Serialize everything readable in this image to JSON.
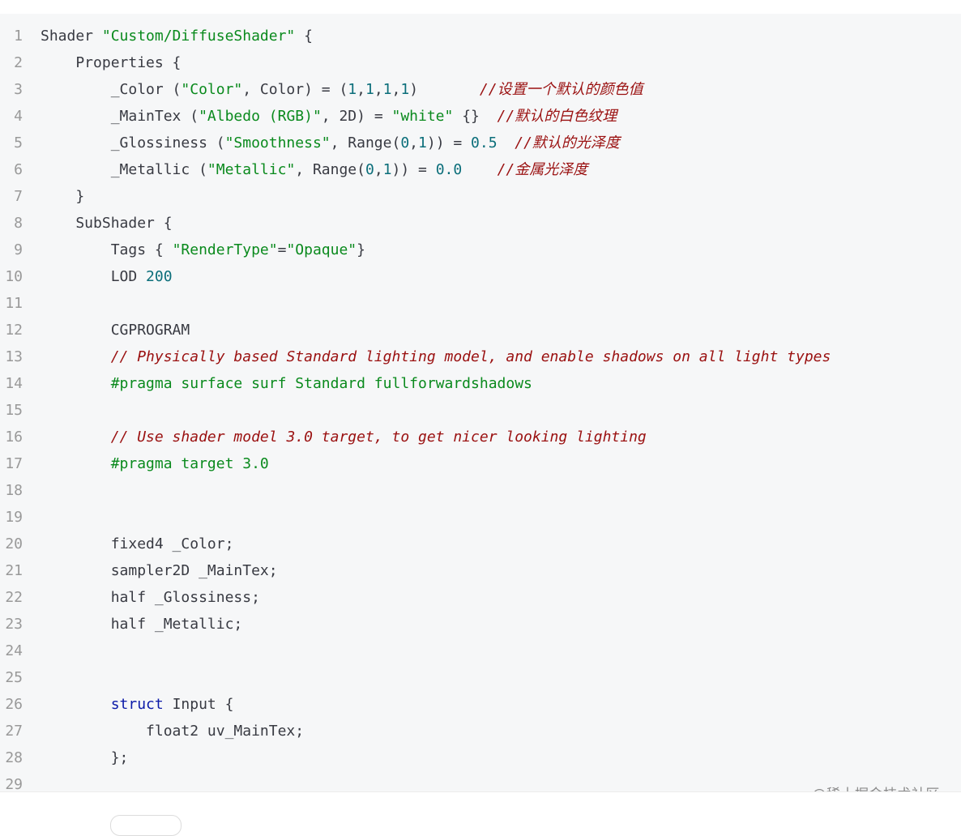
{
  "code": {
    "lines": [
      {
        "n": "1",
        "tokens": [
          [
            "plain",
            "Shader "
          ],
          [
            "str",
            "\"Custom/DiffuseShader\""
          ],
          [
            "plain",
            " {"
          ]
        ]
      },
      {
        "n": "2",
        "tokens": [
          [
            "plain",
            "    Properties {"
          ]
        ]
      },
      {
        "n": "3",
        "tokens": [
          [
            "plain",
            "        _Color ("
          ],
          [
            "str",
            "\"Color\""
          ],
          [
            "plain",
            ", Color) = ("
          ],
          [
            "num",
            "1"
          ],
          [
            "plain",
            ","
          ],
          [
            "num",
            "1"
          ],
          [
            "plain",
            ","
          ],
          [
            "num",
            "1"
          ],
          [
            "plain",
            ","
          ],
          [
            "num",
            "1"
          ],
          [
            "plain",
            ")       "
          ],
          [
            "com",
            "//设置一个默认的颜色值"
          ]
        ]
      },
      {
        "n": "4",
        "tokens": [
          [
            "plain",
            "        _MainTex ("
          ],
          [
            "str",
            "\"Albedo (RGB)\""
          ],
          [
            "plain",
            ", 2D) = "
          ],
          [
            "str",
            "\"white\""
          ],
          [
            "plain",
            " {}  "
          ],
          [
            "com",
            "//默认的白色纹理"
          ]
        ]
      },
      {
        "n": "5",
        "tokens": [
          [
            "plain",
            "        _Glossiness ("
          ],
          [
            "str",
            "\"Smoothness\""
          ],
          [
            "plain",
            ", Range("
          ],
          [
            "num",
            "0"
          ],
          [
            "plain",
            ","
          ],
          [
            "num",
            "1"
          ],
          [
            "plain",
            ")) = "
          ],
          [
            "num",
            "0.5"
          ],
          [
            "plain",
            "  "
          ],
          [
            "com",
            "//默认的光泽度"
          ]
        ]
      },
      {
        "n": "6",
        "tokens": [
          [
            "plain",
            "        _Metallic ("
          ],
          [
            "str",
            "\"Metallic\""
          ],
          [
            "plain",
            ", Range("
          ],
          [
            "num",
            "0"
          ],
          [
            "plain",
            ","
          ],
          [
            "num",
            "1"
          ],
          [
            "plain",
            ")) = "
          ],
          [
            "num",
            "0.0"
          ],
          [
            "plain",
            "    "
          ],
          [
            "com",
            "//金属光泽度"
          ]
        ]
      },
      {
        "n": "7",
        "tokens": [
          [
            "plain",
            "    }"
          ]
        ]
      },
      {
        "n": "8",
        "tokens": [
          [
            "plain",
            "    SubShader {"
          ]
        ]
      },
      {
        "n": "9",
        "tokens": [
          [
            "plain",
            "        Tags { "
          ],
          [
            "str",
            "\"RenderType\""
          ],
          [
            "plain",
            "="
          ],
          [
            "str",
            "\"Opaque\""
          ],
          [
            "plain",
            "}"
          ]
        ]
      },
      {
        "n": "10",
        "tokens": [
          [
            "plain",
            "        LOD "
          ],
          [
            "num",
            "200"
          ]
        ]
      },
      {
        "n": "11",
        "tokens": []
      },
      {
        "n": "12",
        "tokens": [
          [
            "plain",
            "        CGPROGRAM"
          ]
        ]
      },
      {
        "n": "13",
        "tokens": [
          [
            "plain",
            "        "
          ],
          [
            "com",
            "// Physically based Standard lighting model, and enable shadows on all light types"
          ]
        ]
      },
      {
        "n": "14",
        "tokens": [
          [
            "plain",
            "        "
          ],
          [
            "pre",
            "#pragma surface surf Standard fullforwardshadows"
          ]
        ]
      },
      {
        "n": "15",
        "tokens": []
      },
      {
        "n": "16",
        "tokens": [
          [
            "plain",
            "        "
          ],
          [
            "com",
            "// Use shader model 3.0 target, to get nicer looking lighting"
          ]
        ]
      },
      {
        "n": "17",
        "tokens": [
          [
            "plain",
            "        "
          ],
          [
            "pre",
            "#pragma target 3.0"
          ]
        ]
      },
      {
        "n": "18",
        "tokens": []
      },
      {
        "n": "19",
        "tokens": []
      },
      {
        "n": "20",
        "tokens": [
          [
            "plain",
            "        fixed4 _Color;"
          ]
        ]
      },
      {
        "n": "21",
        "tokens": [
          [
            "plain",
            "        sampler2D _MainTex;"
          ]
        ]
      },
      {
        "n": "22",
        "tokens": [
          [
            "plain",
            "        half _Glossiness;"
          ]
        ]
      },
      {
        "n": "23",
        "tokens": [
          [
            "plain",
            "        half _Metallic;"
          ]
        ]
      },
      {
        "n": "24",
        "tokens": []
      },
      {
        "n": "25",
        "tokens": []
      },
      {
        "n": "26",
        "tokens": [
          [
            "plain",
            "        "
          ],
          [
            "kw",
            "struct"
          ],
          [
            "plain",
            " Input {"
          ]
        ]
      },
      {
        "n": "27",
        "tokens": [
          [
            "plain",
            "            float2 uv_MainTex;"
          ]
        ]
      },
      {
        "n": "28",
        "tokens": [
          [
            "plain",
            "        };"
          ]
        ]
      },
      {
        "n": "29",
        "tokens": []
      }
    ]
  },
  "watermark": {
    "text": "@稀土掘金技术社区"
  }
}
